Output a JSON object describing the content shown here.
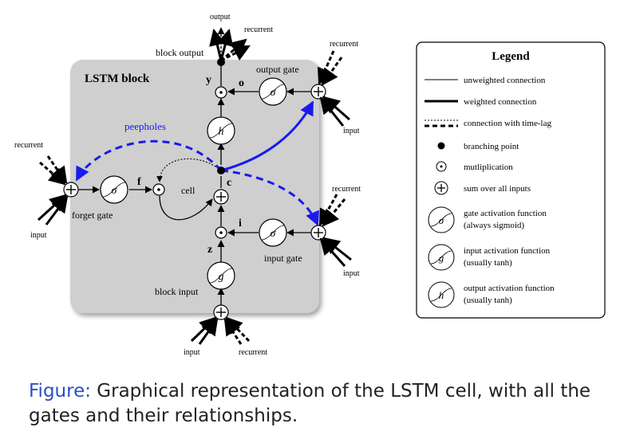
{
  "diagram": {
    "block_title": "LSTM block",
    "labels": {
      "output_top": "output",
      "recurrent_top": "recurrent",
      "block_output": "block output",
      "y": "y",
      "o": "o",
      "output_gate": "output gate",
      "recurrent_og": "recurrent",
      "input_og": "input",
      "peepholes": "peepholes",
      "h_symbol": "h",
      "recurrent_fg": "recurrent",
      "input_fg": "input",
      "forget_gate": "forget gate",
      "f": "f",
      "cell": "cell",
      "c": "c",
      "recurrent_ig": "recurrent",
      "input_ig": "input",
      "i": "i",
      "input_gate": "input gate",
      "z": "z",
      "g_symbol": "g",
      "block_input": "block input",
      "input_bottom": "input",
      "recurrent_bottom": "recurrent"
    }
  },
  "legend": {
    "title": "Legend",
    "items": [
      "unweighted connection",
      "weighted connection",
      "connection with time-lag",
      "branching point",
      "mutliplication",
      "sum over all inputs",
      "gate activation function",
      "(always sigmoid)",
      "input activation function",
      "(usually tanh)",
      "output activation function",
      "(usually tanh)"
    ],
    "symbols": {
      "g": "g",
      "h": "h"
    }
  },
  "caption": {
    "prefix": "Figure:",
    "text": " Graphical representation of the LSTM cell, with all the gates and their relationships."
  },
  "colors": {
    "peephole": "#1a1aee",
    "block_fill": "#cfcfcf",
    "caption_prefix": "#2a4fc4"
  }
}
